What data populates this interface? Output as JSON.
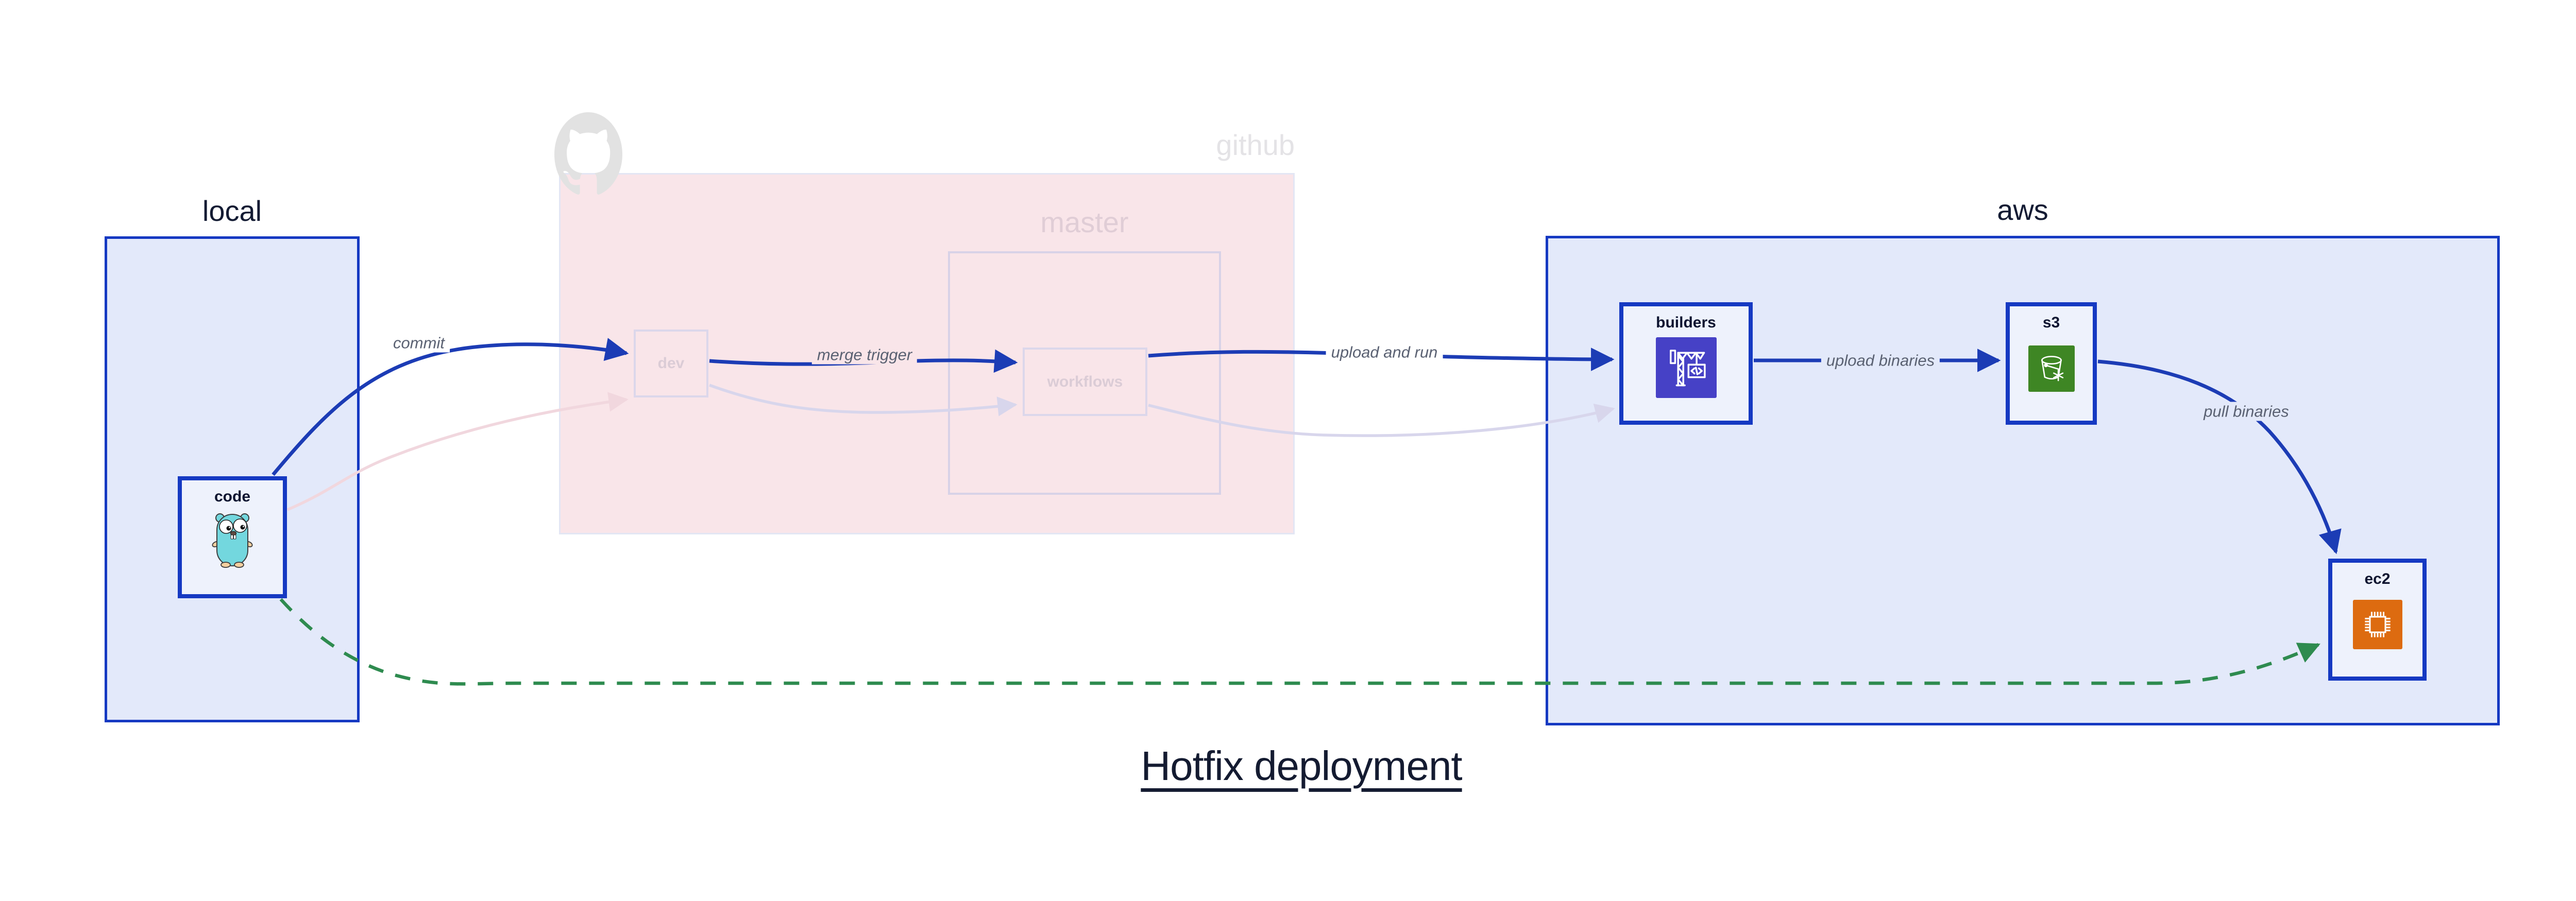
{
  "title": {
    "text": "Hotfix deployment"
  },
  "groups": {
    "local": {
      "label": "local"
    },
    "github": {
      "label": "github"
    },
    "master": {
      "label": "master"
    },
    "aws": {
      "label": "aws"
    }
  },
  "nodes": {
    "code": {
      "label": "code",
      "icon": "go-gopher-icon"
    },
    "dev": {
      "label": "dev"
    },
    "workflows": {
      "label": "workflows"
    },
    "builders": {
      "label": "builders",
      "icon": "aws-codebuild-icon"
    },
    "s3": {
      "label": "s3",
      "icon": "aws-s3-bucket-icon"
    },
    "ec2": {
      "label": "ec2",
      "icon": "aws-ec2-chip-icon"
    }
  },
  "edges": {
    "commit": {
      "label": "commit"
    },
    "merge_trigger": {
      "label": "merge trigger"
    },
    "upload_and_run": {
      "label": "upload and run"
    },
    "upload_binaries": {
      "label": "upload binaries"
    },
    "pull_binaries": {
      "label": "pull binaries"
    }
  },
  "colors": {
    "active_edge_blue": "#1c3cb5",
    "box_border_blue": "#1539c2",
    "group_fill_lavender": "#e3e9fa",
    "node_fill": "#eef2fc",
    "github_group_fill_pink": "#f9e5e9",
    "faded_box_border": "#dcd7eb",
    "faded_lavender_edge": "#d8d6ec",
    "faded_pink_edge": "#f1d7de",
    "hotfix_green_dashed": "#2e8b4f",
    "codebuild_tile": "#4641c6",
    "s3_tile": "#3e8624",
    "ec2_tile": "#dd6b10",
    "edge_label_text": "#5a6172",
    "faded_node_text": "#dbccd6",
    "github_watermark_text": "#e4e3e6",
    "octocat_gray": "#e2e2e2",
    "title_text": "#141b31"
  }
}
